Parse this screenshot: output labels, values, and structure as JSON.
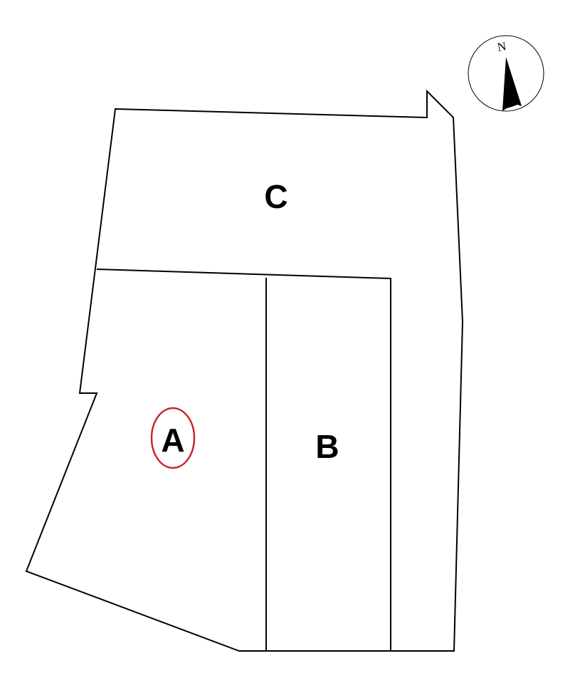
{
  "map": {
    "lots": [
      {
        "id": "A",
        "label": "A",
        "selected": true
      },
      {
        "id": "B",
        "label": "B",
        "selected": false
      },
      {
        "id": "C",
        "label": "C",
        "selected": false
      }
    ],
    "highlight_color": "#c8262c",
    "line_color": "#000000",
    "background": "#ffffff",
    "compass": {
      "label": "N",
      "icon": "north-arrow-icon"
    }
  }
}
